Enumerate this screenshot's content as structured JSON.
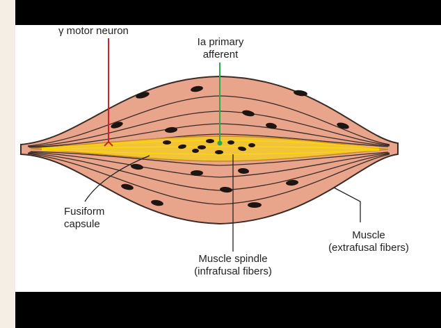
{
  "labels": {
    "gamma_motor_neuron": "γ motor neuron",
    "ia_primary_afferent_line1": "Ia primary",
    "ia_primary_afferent_line2": "afferent",
    "fusiform_capsule_line1": "Fusiform",
    "fusiform_capsule_line2": "capsule",
    "muscle_line1": "Muscle",
    "muscle_line2": "(extrafusal fibers)",
    "spindle_line1": "Muscle spindle",
    "spindle_line2": "(infrafusal fibers)"
  },
  "colors": {
    "muscle_fill": "#e8a58c",
    "muscle_outline": "#3a2a24",
    "spindle_fill": "#f2c43a",
    "spindle_stripe": "#ffd900",
    "gamma_neuron": "#d0202a",
    "ia_afferent": "#2fa84a",
    "nucleus": "#1e1412"
  }
}
